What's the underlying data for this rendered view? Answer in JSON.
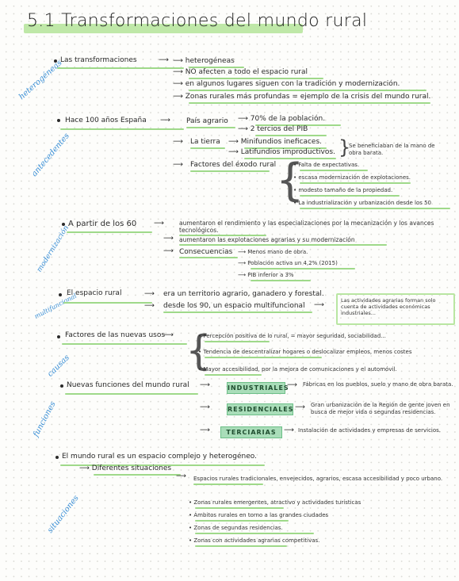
{
  "title": "5.1 Transformaciones del mundo rural",
  "side_notes": [
    "heterogéneas",
    "antecedentes",
    "modernización",
    "multifuncional",
    "causas",
    "funciones",
    "situaciones"
  ],
  "s1": {
    "head": "Las transformaciones",
    "items": [
      "heterogéneas",
      "NO afecten a todo el espacio rural",
      "en algunos lugares siguen con la tradición y modernización.",
      "Zonas rurales más profundas = ejemplo de la crisis del mundo rural."
    ]
  },
  "s2": {
    "head": "Hace 100 años España",
    "pais": "País agrario",
    "pais_items": [
      "70% de la población.",
      "2 tercios del PIB"
    ],
    "tierra": "La tierra",
    "tierra_items": [
      "Minifundios ineficaces.",
      "Latifundios improductivos."
    ],
    "tierra_note": "Se beneficiaban de la mano de obra barata.",
    "factores": "Factores del éxodo rural",
    "factores_items": [
      "Falta de expectativas.",
      "escasa modernización de explotaciones.",
      "modesto tamaño de la propiedad.",
      "La industrialización y urbanización desde los 50"
    ]
  },
  "s3": {
    "head": "A partir de los 60",
    "items": [
      "aumentaron el rendimiento y las especializaciones por la mecanización y los avances tecnológicos.",
      "aumentaron las explotaciones agrarias y su modernización",
      "Consecuencias"
    ],
    "cons": [
      "Menos mano de obra.",
      "Población activa un 4,2% (2015)",
      "PIB inferior a 3%"
    ]
  },
  "s4": {
    "head": "El espacio rural",
    "items": [
      "era un territorio agrario, ganadero y forestal.",
      "desde los 90, un espacio multifuncional"
    ],
    "box": "Las actividades agrarias forman solo cuenta de actividades económicas industriales..."
  },
  "s5": {
    "head": "Factores de las nuevas usos",
    "items": [
      "Percepción positiva de lo rural, = mayor seguridad, sociabilidad...",
      "Tendencia de descentralizar hogares o deslocalizar empleos, menos costes",
      "Mayor accesibilidad, por la mejora de comunicaciones y el automóvil."
    ]
  },
  "s6": {
    "head": "Nuevas funciones del mundo rural",
    "tags": [
      {
        "label": "INDUSTRIALES",
        "text": "Fábricas en los pueblos, suelo y mano de obra barata."
      },
      {
        "label": "RESIDENCIALES",
        "text": "Gran urbanización de la Región de gente joven en busca de mejor vida o segundas residencias."
      },
      {
        "label": "TERCIARIAS",
        "text": "Instalación de actividades y empresas de servicios."
      }
    ]
  },
  "s7": {
    "head": "El mundo rural es un espacio complejo y heterogéneo.",
    "sub": "Diferentes situaciones",
    "items": [
      "Espacios rurales tradicionales, envejecidos, agrarios, escasa accesibilidad y poco urbano.",
      "Zonas rurales emergentes, atractivo y actividades turísticas",
      "Ámbitos rurales en torno a las grandes ciudades",
      "Zonas de segundas residencias.",
      "Zonas con actividades agrarias competitivas."
    ]
  }
}
